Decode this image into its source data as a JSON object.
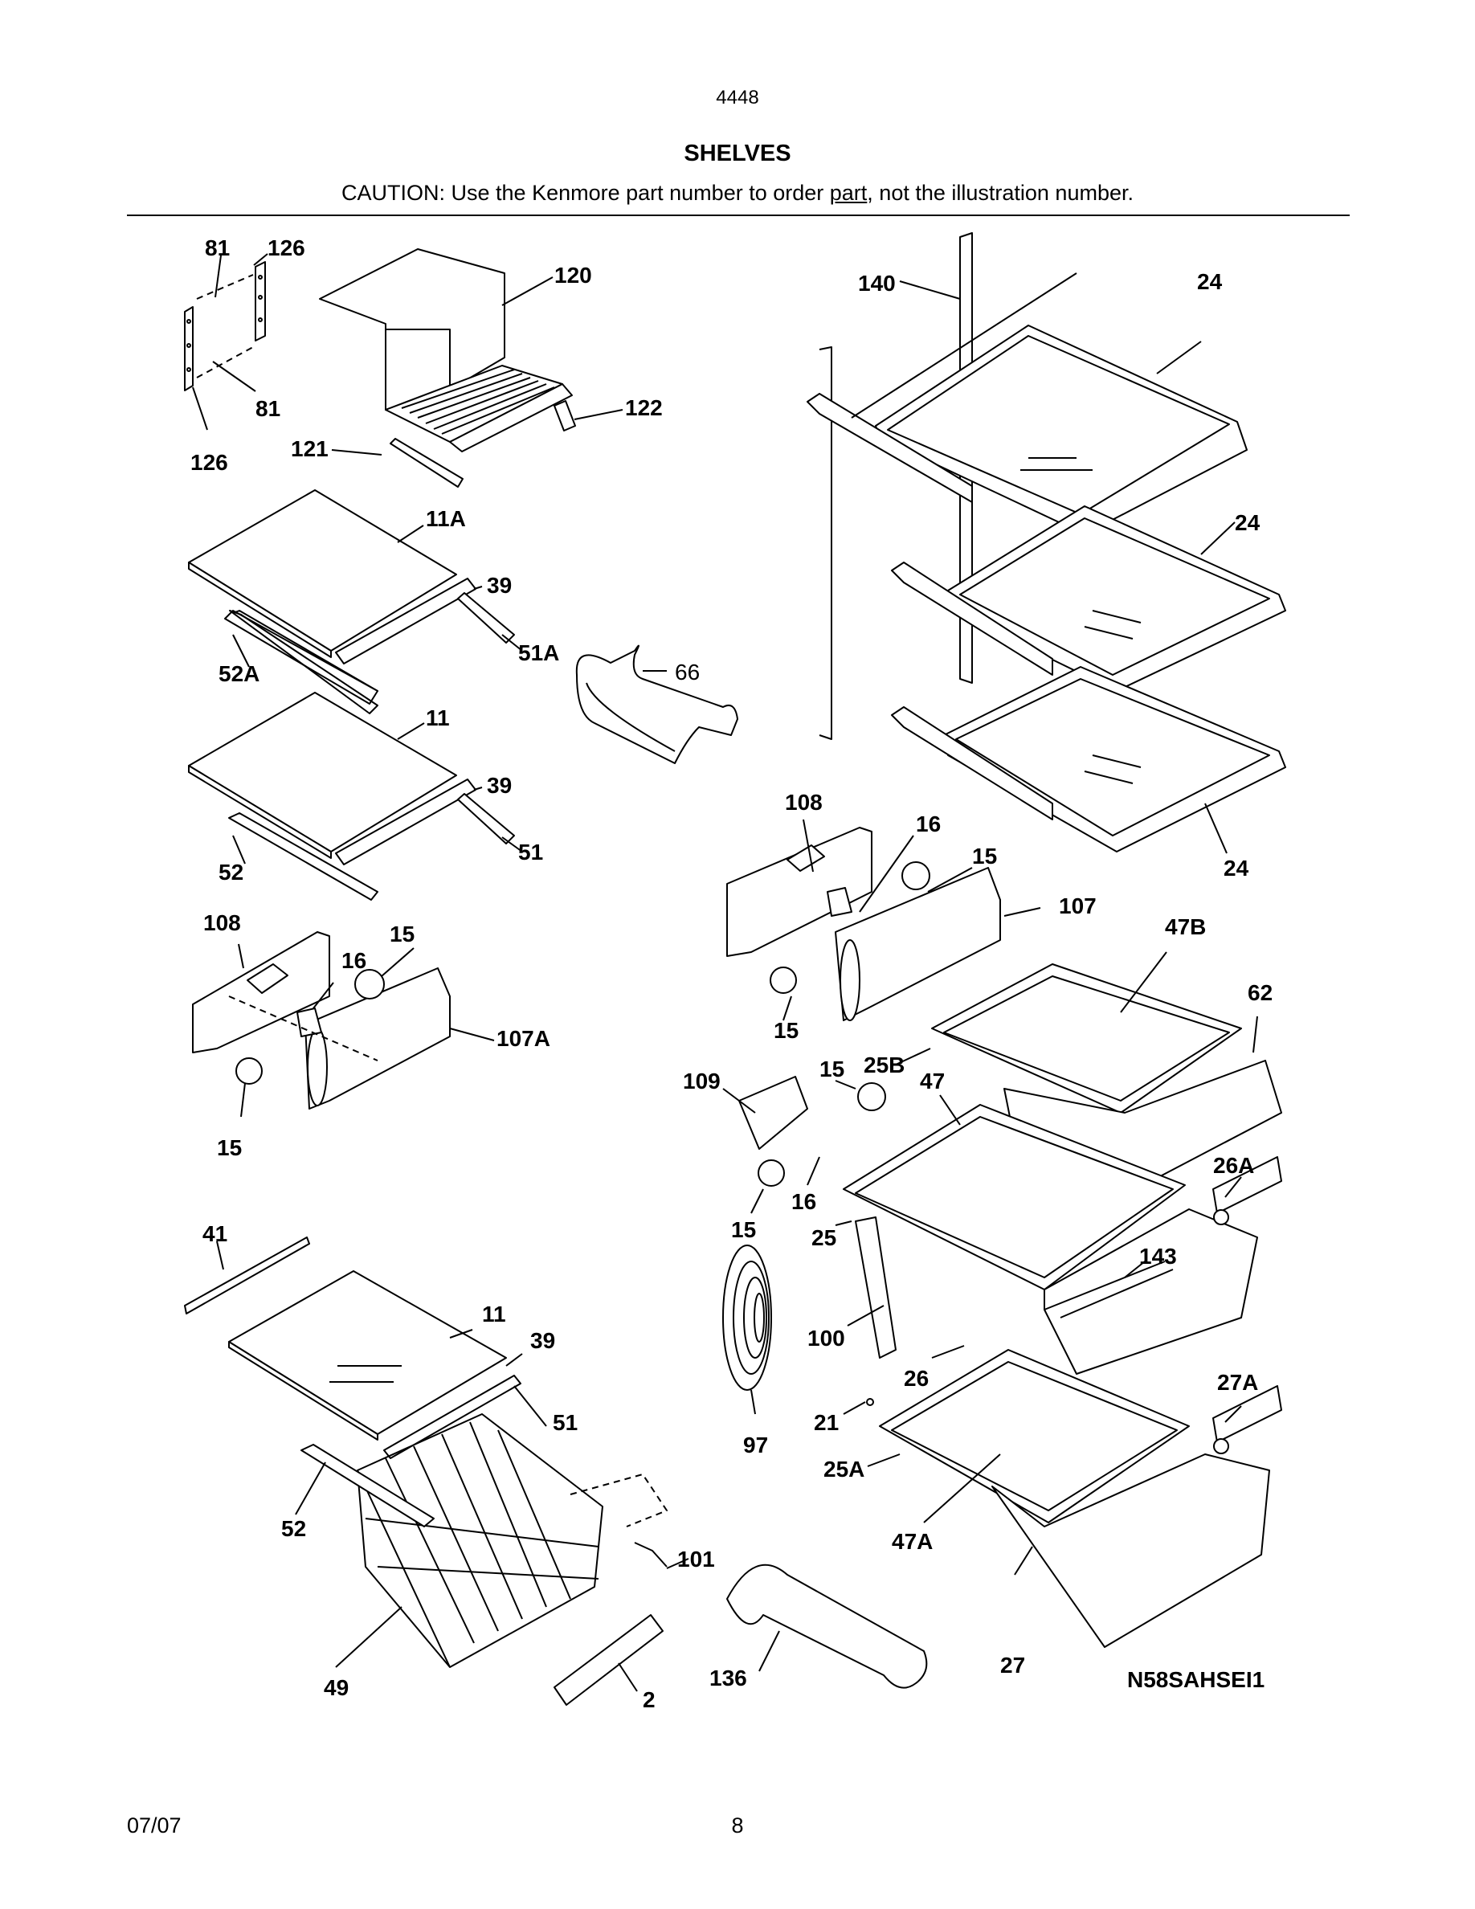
{
  "header": {
    "model_number": "4448",
    "title": "SHELVES",
    "caution_before": "CAUTION: Use the Kenmore part number to order ",
    "caution_underlined": "part",
    "caution_after": ", not the illustration number."
  },
  "diagram": {
    "callouts": [
      "81",
      "126",
      "120",
      "81",
      "126",
      "122",
      "121",
      "11A",
      "39",
      "51A",
      "52A",
      "66",
      "11",
      "39",
      "51",
      "52",
      "108",
      "15",
      "16",
      "107A",
      "15",
      "41",
      "11",
      "39",
      "51",
      "52",
      "49",
      "2",
      "101",
      "140",
      "24",
      "24",
      "24",
      "108",
      "16",
      "15",
      "107",
      "47B",
      "62",
      "15",
      "109",
      "15",
      "25B",
      "47",
      "16",
      "15",
      "26A",
      "25",
      "143",
      "100",
      "26",
      "27A",
      "97",
      "21",
      "25A",
      "47A",
      "136",
      "27"
    ],
    "drawing_code": "N58SAHSEI1"
  },
  "footer": {
    "date": "07/07",
    "page": "8"
  }
}
